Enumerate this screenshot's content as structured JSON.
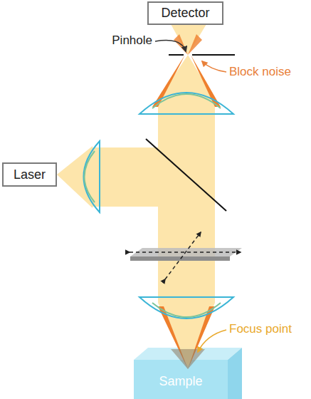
{
  "diagram": {
    "nodes": [
      {
        "text": [
          "Detector"
        ]
      },
      {
        "text": [
          "Laser"
        ]
      },
      {
        "text": [
          "Sample"
        ]
      }
    ],
    "labels": [
      "Pinhole",
      "Block noise",
      "Focus point"
    ]
  }
}
